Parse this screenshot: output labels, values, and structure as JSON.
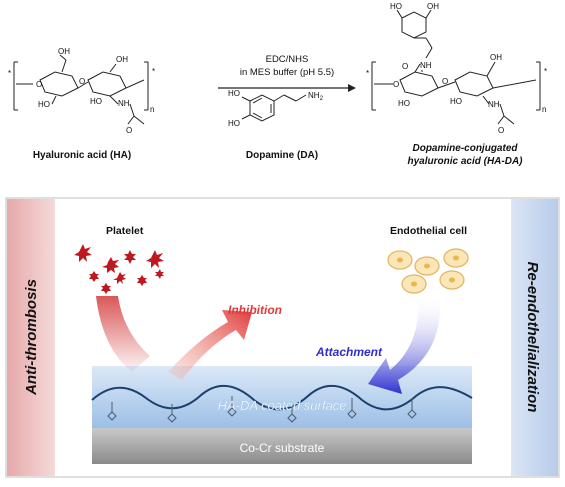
{
  "scheme": {
    "reagents_line1": "EDC/NHS",
    "reagents_line2": "in MES buffer (pH 5.5)",
    "ha_label": "Hyaluronic acid (HA)",
    "da_label": "Dopamine (DA)",
    "hada_label_line1": "Dopamine-conjugated",
    "hada_label_line2": "hyaluronic acid (HA-DA)",
    "atoms": {
      "oh": "OH",
      "ho": "HO",
      "o": "O",
      "nh": "NH",
      "nh2": "NH",
      "nh2_sub": "2",
      "n": "n",
      "star": "*"
    }
  },
  "panel": {
    "left_side_label": "Anti-thrombosis",
    "right_side_label": "Re-endothelialization",
    "platelet_label": "Platelet",
    "endothelial_label": "Endothelial cell",
    "inhibition_label": "Inhibition",
    "attachment_label": "Attachment",
    "coating_label": "HA-DA coated surface",
    "substrate_label": "Co-Cr substrate"
  },
  "colors": {
    "left_band": "#eabcbc",
    "right_band": "#c6d6ee",
    "inhibition": "#e03a3a",
    "attachment": "#2e2ed0",
    "platelet": "#c0181f",
    "cell_fill": "#fbe6b8",
    "cell_nucleus": "#e8b84a"
  }
}
